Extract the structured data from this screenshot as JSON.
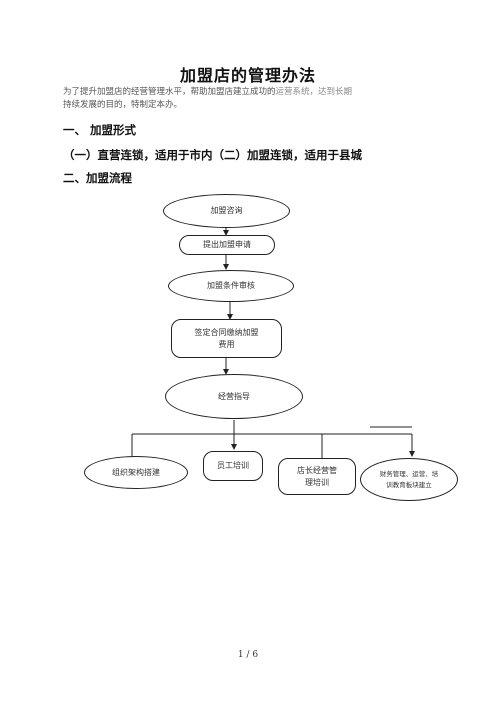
{
  "doc": {
    "title": "加盟店的管理办法",
    "intro_line1_prefix": "为了提升加盟店的经营管理水平，帮助加盟店建立成功的",
    "intro_line1_accent": "运营系统，达到长期",
    "intro_line2": "持续发展的目的，特制定本办。",
    "section1": "一、  加盟形式",
    "section1_sub": "（一）直营连锁，适用于市内（二）加盟连锁，适用于县城",
    "section2": "二、加盟流程"
  },
  "flow": {
    "step1": "加盟咨询",
    "step2": "提出加盟申请",
    "step3": "加盟条件审核",
    "step4_line1": "签定合同缴纳加盟",
    "step4_line2": "费用",
    "step5": "经营指导",
    "branch1": "组织架构搭建",
    "branch2": "员工培训",
    "branch3_line1": "店长经营管",
    "branch3_line2": "理培训",
    "branch4_line1": "财务管理、运营、培",
    "branch4_line2": "训教育板块建立"
  },
  "footer": {
    "page": "1  /  6"
  },
  "colors": {
    "text": "#111111",
    "intro_text": "#555555",
    "line": "#222222"
  }
}
